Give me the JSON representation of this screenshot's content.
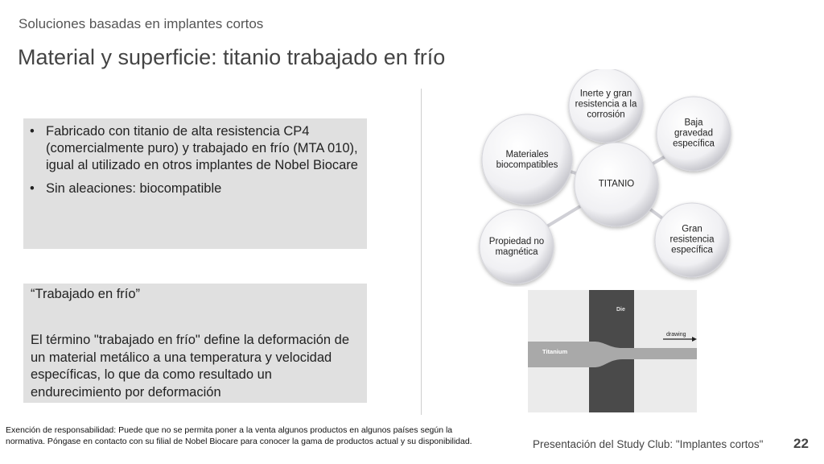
{
  "header": {
    "supertitle": "Soluciones basadas en implantes cortos",
    "title": "Material y superficie: titanio trabajado en frío"
  },
  "box1": {
    "bullets": [
      "Fabricado con titanio de alta resistencia CP4 (comercialmente puro) y trabajado en frío (MTA 010), igual al utilizado en otros implantes de Nobel Biocare",
      "Sin aleaciones: biocompatible"
    ]
  },
  "box2": {
    "heading": "“Trabajado en frío”",
    "body": "El término \"trabajado en frío\" define la deformación de un material metálico a una temperatura y velocidad específicas, lo que da como resultado un endurecimiento por deformación"
  },
  "diagram": {
    "center": "TITANIO",
    "nodes": [
      "Inerte y gran resistencia a la corrosión",
      "Baja gravedad específica",
      "Gran resistencia específica",
      "Propiedad no magnética",
      "Materiales biocompatibles"
    ]
  },
  "die_figure": {
    "die_label": "Die",
    "drawing_label": "drawing",
    "material_label": "Titanium"
  },
  "footer": {
    "disclaimer": "Exención de responsabilidad: Puede que no se permita poner a la venta algunos productos en algunos países según la normativa. Póngase en contacto con su filial de Nobel Biocare para conocer la gama de productos actual y su disponibilidad.",
    "presentation": "Presentación del Study Club: \"Implantes cortos\"",
    "page_number": "22"
  }
}
